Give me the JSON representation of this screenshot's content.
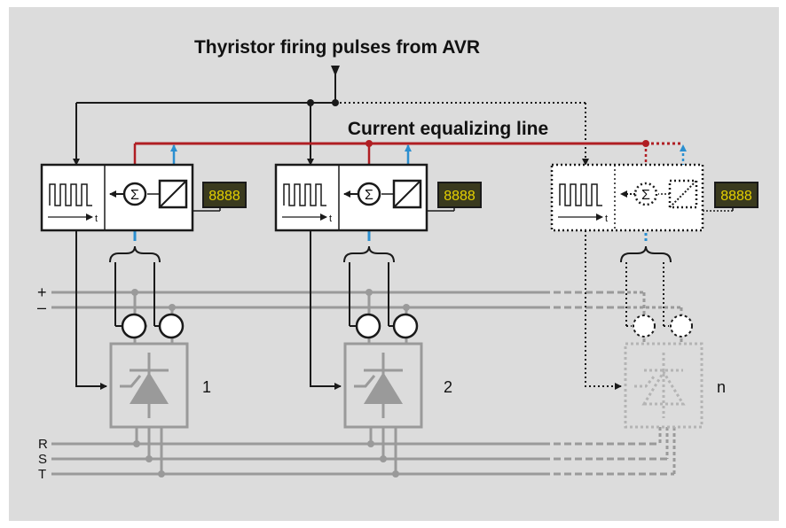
{
  "title": "Thyristor firing pulses from AVR",
  "equalizing_line_label": "Current equalizing line",
  "dc_bus_labels": {
    "plus": "+",
    "minus": "–"
  },
  "ac_bus_labels": [
    "R",
    "S",
    "T"
  ],
  "units": [
    {
      "id": "1",
      "label": "1",
      "style": "solid"
    },
    {
      "id": "2",
      "label": "2",
      "style": "solid"
    },
    {
      "id": "n",
      "label": "n",
      "style": "dotted"
    }
  ],
  "pulse_axis_label": "t",
  "sum_symbol": "Σ",
  "display_text": "8888",
  "colors": {
    "background_panel": "#dcdcdc",
    "equalizing_line": "#b01e23",
    "feedback_line": "#2b8fd0",
    "converter_gray": "#9a9a9a",
    "display_face": "#3a3a1e",
    "display_digits": "#e6d200"
  },
  "icons": [
    "pulse-train-icon",
    "summing-junction-icon",
    "converter-icon",
    "thyristor-icon",
    "current-transformer-icon",
    "digital-display-icon"
  ]
}
